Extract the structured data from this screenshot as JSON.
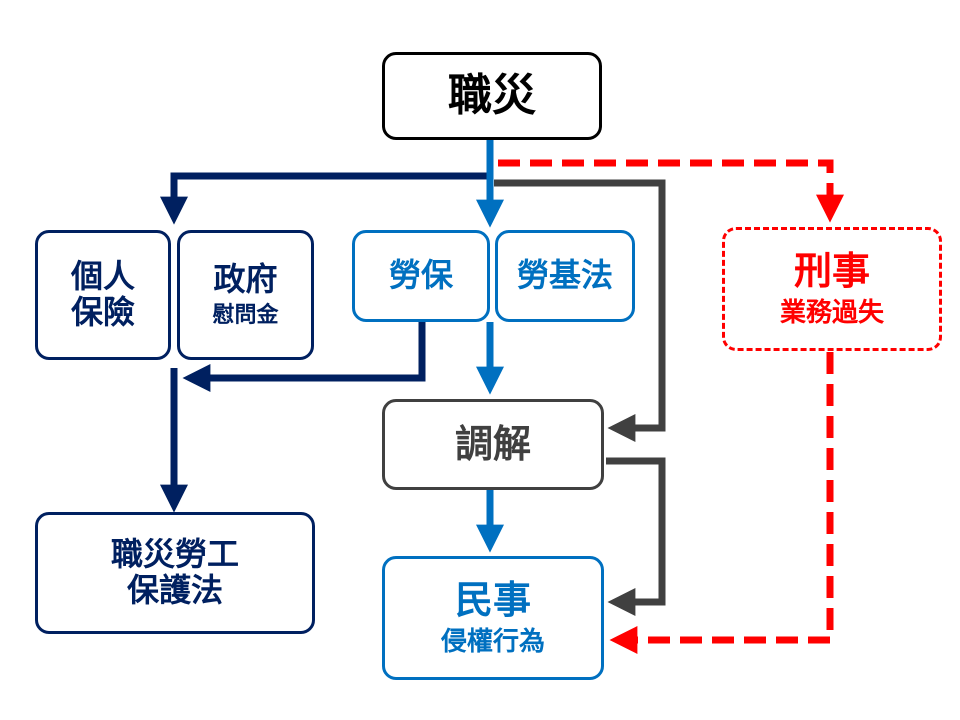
{
  "diagram": {
    "colors": {
      "navy": "#002060",
      "blue": "#0070c0",
      "gray": "#404040",
      "red": "#ff0000",
      "black": "#000000"
    },
    "nodes": {
      "occupational_injury": {
        "title": "職災"
      },
      "personal_insurance": {
        "line1": "個人",
        "line2": "保險"
      },
      "government": {
        "title": "政府",
        "subtitle": "慰問金"
      },
      "labor_insurance": {
        "title": "勞保"
      },
      "labor_standards": {
        "title": "勞基法"
      },
      "criminal": {
        "title": "刑事",
        "subtitle": "業務過失"
      },
      "mediation": {
        "title": "調解"
      },
      "occupational_protection_act": {
        "line1": "職災勞工",
        "line2": "保護法"
      },
      "civil": {
        "title": "民事",
        "subtitle": "侵權行為"
      }
    },
    "edges": [
      {
        "from": "職災",
        "to": "個人保險/政府慰問金",
        "style": "solid",
        "color": "navy"
      },
      {
        "from": "職災",
        "to": "勞保/勞基法",
        "style": "solid",
        "color": "blue"
      },
      {
        "from": "職災",
        "to": "調解",
        "style": "solid",
        "color": "gray"
      },
      {
        "from": "職災",
        "to": "刑事",
        "style": "dashed",
        "color": "red"
      },
      {
        "from": "勞保",
        "to": "職災勞工保護法",
        "style": "solid",
        "color": "navy"
      },
      {
        "from": "個人保險/政府慰問金",
        "to": "職災勞工保護法",
        "style": "solid",
        "color": "navy"
      },
      {
        "from": "勞基法",
        "to": "調解",
        "style": "solid",
        "color": "blue"
      },
      {
        "from": "調解",
        "to": "民事",
        "style": "solid",
        "color": "blue"
      },
      {
        "from": "調解",
        "to": "民事",
        "style": "solid",
        "color": "gray"
      },
      {
        "from": "刑事",
        "to": "民事",
        "style": "dashed",
        "color": "red"
      }
    ]
  }
}
